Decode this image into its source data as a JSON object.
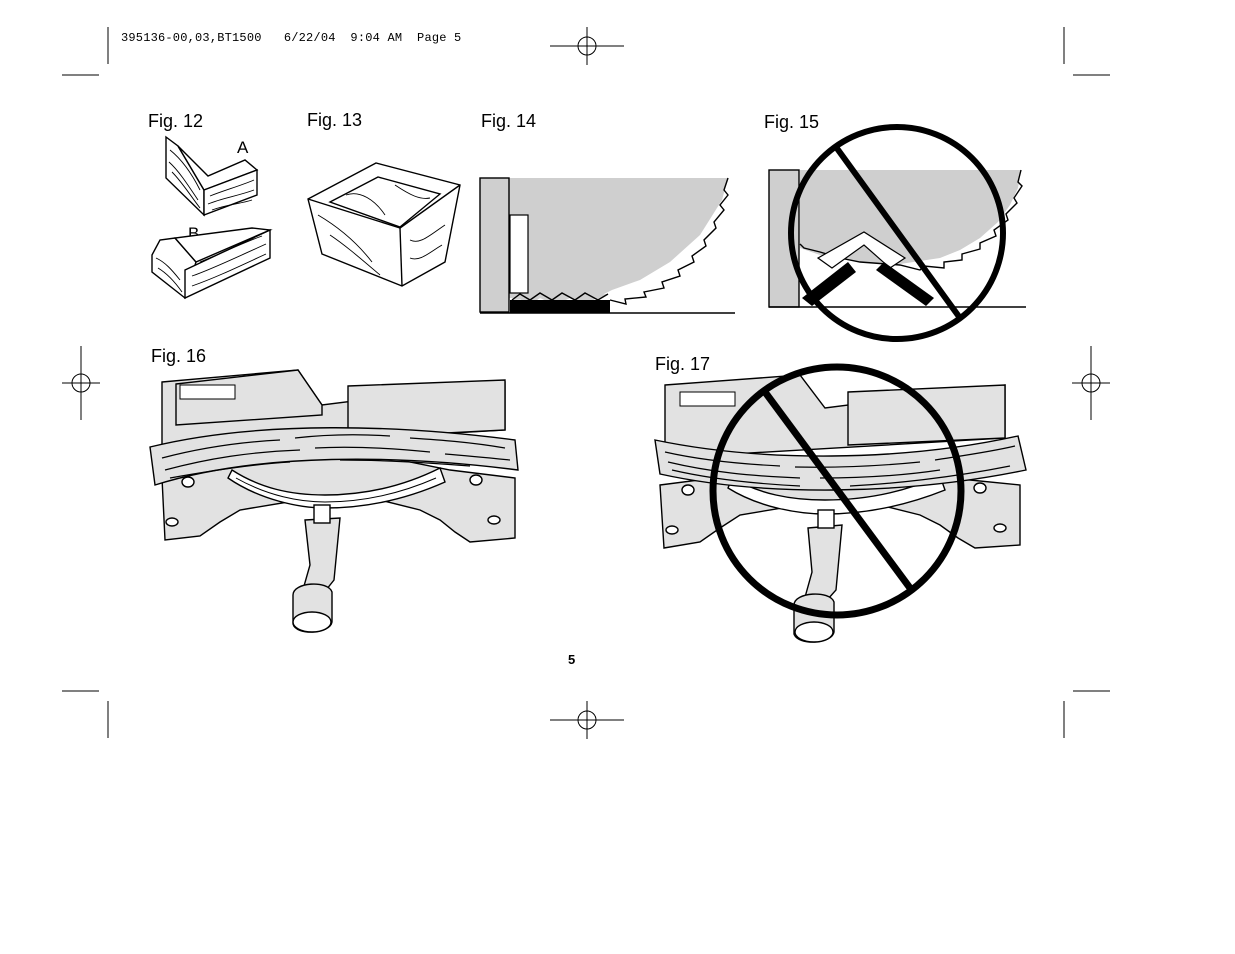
{
  "slug_line": "395136-00,03,BT1500   6/22/04  9:04 AM  Page 5",
  "figures": {
    "fig12": {
      "label": "Fig. 12",
      "part_a": "A",
      "part_b": "B"
    },
    "fig13": {
      "label": "Fig. 13"
    },
    "fig14": {
      "label": "Fig. 14"
    },
    "fig15": {
      "label": "Fig. 15"
    },
    "fig16": {
      "label": "Fig. 16"
    },
    "fig17": {
      "label": "Fig. 17"
    }
  },
  "page_number": "5",
  "colors": {
    "ink": "#000000",
    "gray_fill": "#cfcfcf",
    "light_fill": "#e2e2e2",
    "paper": "#ffffff"
  },
  "icons": [
    "registration-mark-icon",
    "crop-mark-icon",
    "prohibition-sign-icon"
  ]
}
